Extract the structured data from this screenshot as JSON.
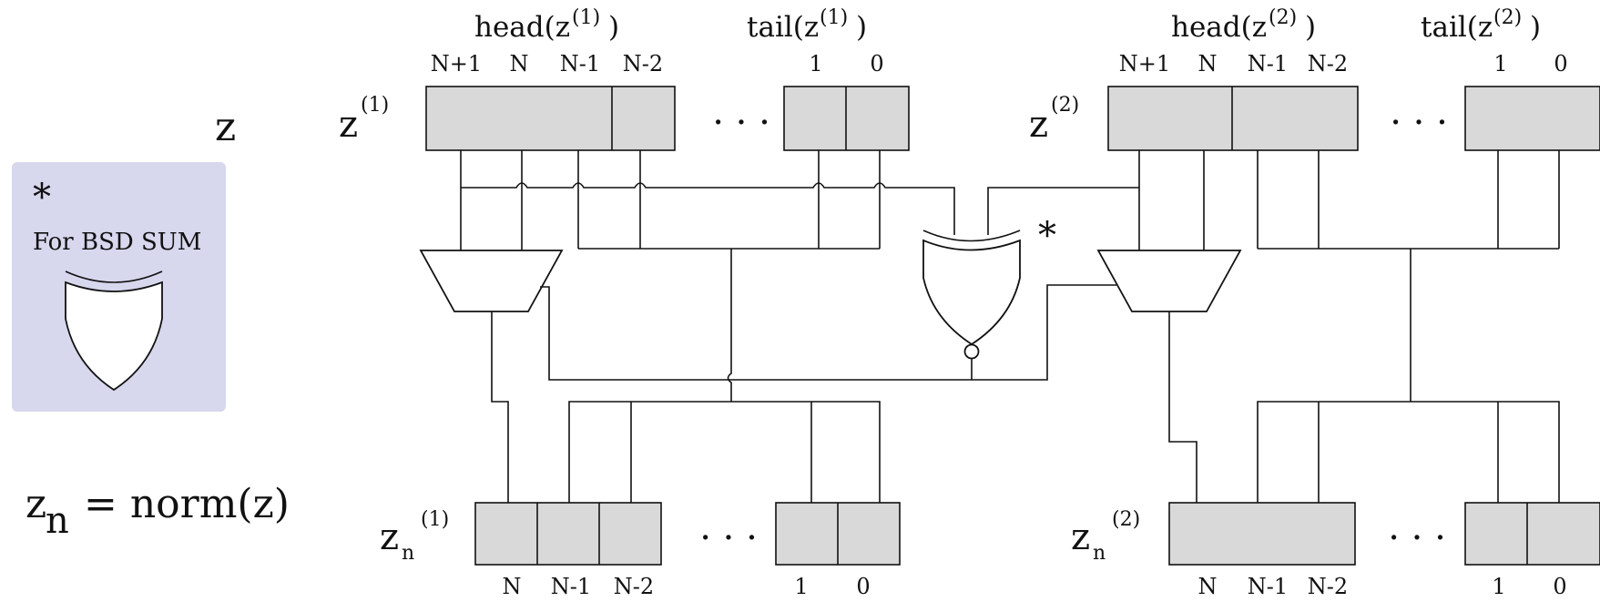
{
  "left": {
    "z_label": "z",
    "zn_label": "z",
    "zn_subscript": "n",
    "zn_rhs": " = norm(z)"
  },
  "legend_box": {
    "asterisk": "*",
    "text": "For BSD SUM",
    "color": "#d7d7ee"
  },
  "gate_marker": "*",
  "z1": {
    "name": "z",
    "sup": "(1)",
    "head_label": "head(z",
    "tail_label": "tail(z",
    "bits_head": [
      "N+1",
      "N",
      "N-1",
      "N-2"
    ],
    "bits_tail": [
      "1",
      "0"
    ],
    "dots": ". . ."
  },
  "z2": {
    "name": "z",
    "sup": "(2)",
    "head_label": "head(z",
    "tail_label": "tail(z",
    "bits_head": [
      "N+1",
      "N",
      "N-1",
      "N-2"
    ],
    "bits_tail": [
      "1",
      "0"
    ],
    "dots": ". . ."
  },
  "zn1": {
    "name": "z",
    "sub": "n",
    "sup": "(1)",
    "bits": [
      "N",
      "N-1",
      "N-2",
      "1",
      "0"
    ],
    "dots": ". . ."
  },
  "zn2": {
    "name": "z",
    "sub": "n",
    "sup": "(2)",
    "bits": [
      "N",
      "N-1",
      "N-2",
      "1",
      "0"
    ],
    "dots": ". . ."
  },
  "paren_close": ")",
  "register_fill": "#d9d9d9"
}
